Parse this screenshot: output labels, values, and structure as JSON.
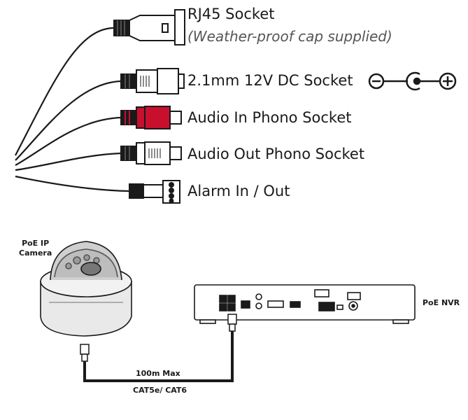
{
  "connectors": [
    {
      "label": "RJ45 Socket",
      "note": "(Weather-proof cap supplied)"
    },
    {
      "label": "2.1mm 12V  DC Socket",
      "polarity": {
        "left": "−",
        "right": "+"
      }
    },
    {
      "label": "Audio In Phono Socket",
      "accent": "#c8102e"
    },
    {
      "label": "Audio Out Phono Socket"
    },
    {
      "label": "Alarm In / Out"
    }
  ],
  "camera": {
    "label_line1": "PoE IP",
    "label_line2": "Camera"
  },
  "nvr": {
    "label": "PoE NVR"
  },
  "cable": {
    "length": "100m Max",
    "type": "CAT5e/ CAT6"
  },
  "colors": {
    "ink": "#1a1a1a",
    "red_plug": "#c8102e",
    "grey_fill": "#e9e9e9"
  }
}
